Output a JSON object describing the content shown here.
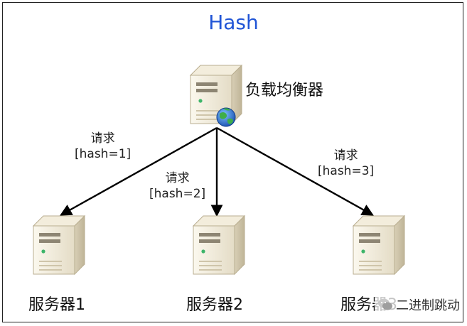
{
  "title": "Hash",
  "load_balancer": {
    "label": "负载均衡器"
  },
  "edges": [
    {
      "line1": "请求",
      "line2": "[hash=1]"
    },
    {
      "line1": "请求",
      "line2": "[hash=2]"
    },
    {
      "line1": "请求",
      "line2": "[hash=3]"
    }
  ],
  "servers": [
    {
      "label": "服务器1"
    },
    {
      "label": "服务器2"
    },
    {
      "label": "服务器3"
    }
  ],
  "watermark": {
    "text": "二进制跳动"
  },
  "colors": {
    "title": "#2155d6",
    "arrow": "#000000",
    "server_body": "#efe8d6",
    "globe": "#2a6fd8"
  }
}
